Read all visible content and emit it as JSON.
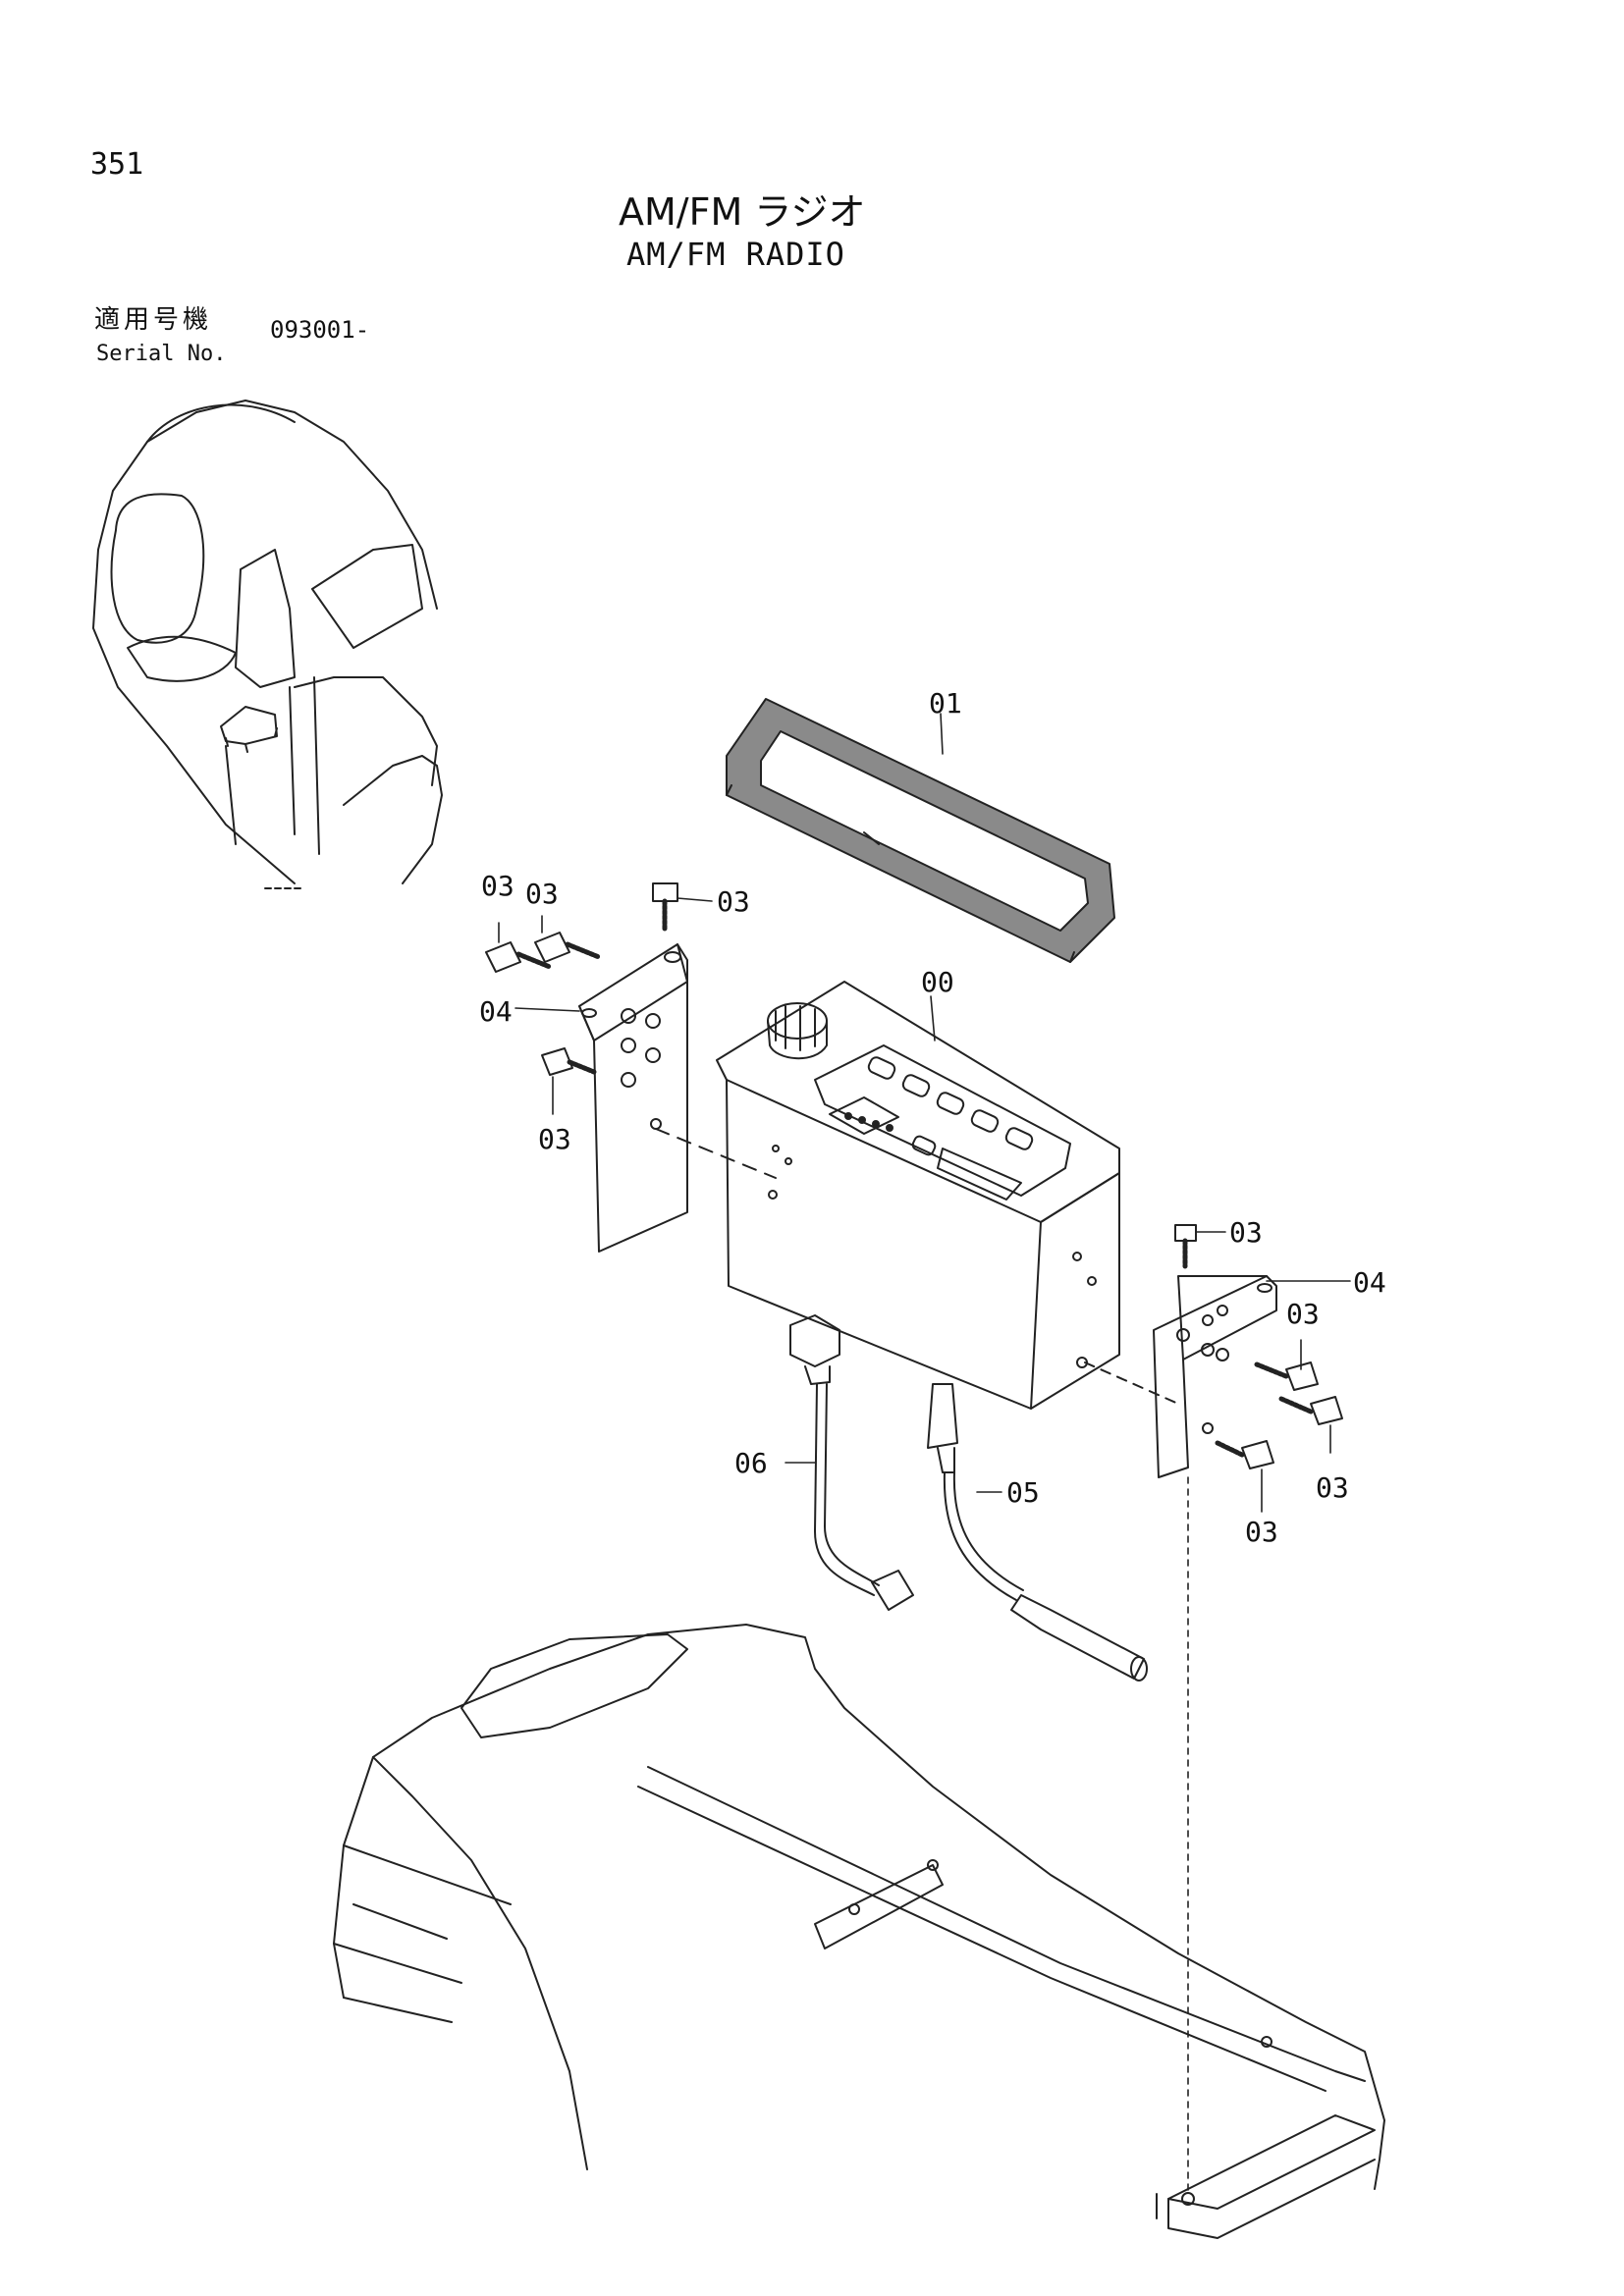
{
  "page_number": "351",
  "title_jp": "AM/FM ラジオ",
  "title_en": "AM/FM RADIO",
  "serial": {
    "label_jp": "適用号機",
    "label_en": "Serial No.",
    "value": "093001-"
  },
  "callouts": {
    "c00": "00",
    "c01": "01",
    "c03a": "03",
    "c03b": "03",
    "c03c": "03",
    "c03d": "03",
    "c03e": "03",
    "c03f": "03",
    "c03g": "03",
    "c03h": "03",
    "c04a": "04",
    "c04b": "04",
    "c05": "05",
    "c06": "06"
  },
  "colors": {
    "line": "#222222",
    "gasket": "#8a8a8a"
  }
}
